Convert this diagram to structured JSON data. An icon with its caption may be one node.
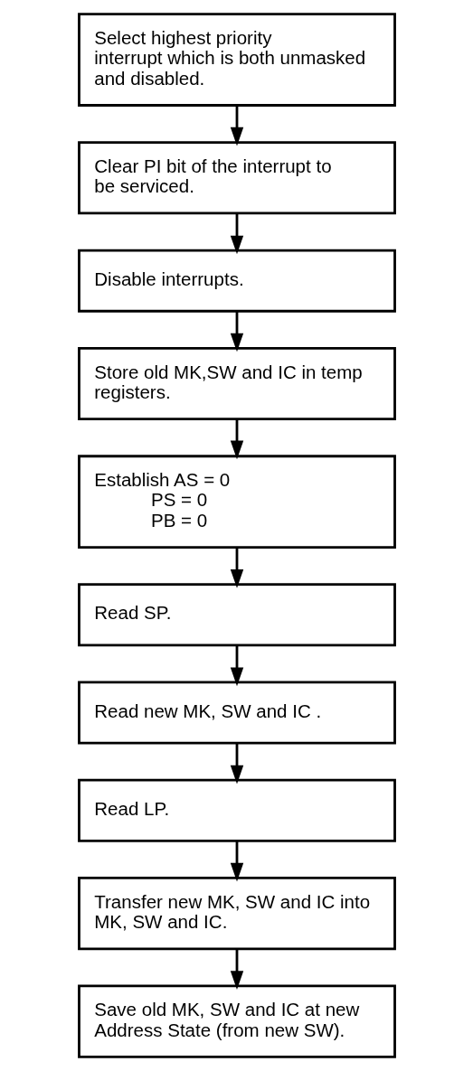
{
  "diagram": {
    "nodes": [
      {
        "text": [
          "Select highest priority interrupt which is both unmasked and disabled."
        ]
      },
      {
        "text": [
          "Clear PI bit of the interrupt to be serviced."
        ]
      },
      {
        "text": [
          "Disable interrupts."
        ]
      },
      {
        "text": [
          "Store old MK,SW and IC in temp registers."
        ]
      },
      {
        "text": [
          "Establish AS = 0",
          "PS = 0",
          "PB = 0"
        ]
      },
      {
        "text": [
          "Read SP."
        ]
      },
      {
        "text": [
          "Read new MK, SW and IC ."
        ]
      },
      {
        "text": [
          "Read LP."
        ]
      },
      {
        "text": [
          "Transfer new MK, SW and IC into MK, SW and IC."
        ]
      },
      {
        "text": [
          "Save old MK, SW and IC at new Address State (from new SW)."
        ]
      }
    ],
    "edges": [
      {
        "from": 0,
        "to": 1,
        "arrow": "to"
      },
      {
        "from": 1,
        "to": 2,
        "arrow": "to"
      },
      {
        "from": 2,
        "to": 3,
        "arrow": "to"
      },
      {
        "from": 3,
        "to": 4,
        "arrow": "to"
      },
      {
        "from": 4,
        "to": 5,
        "arrow": "to"
      },
      {
        "from": 5,
        "to": 6,
        "arrow": "to"
      },
      {
        "from": 6,
        "to": 7,
        "arrow": "to"
      },
      {
        "from": 7,
        "to": 8,
        "arrow": "to"
      },
      {
        "from": 8,
        "to": 9,
        "arrow": "to"
      }
    ]
  }
}
